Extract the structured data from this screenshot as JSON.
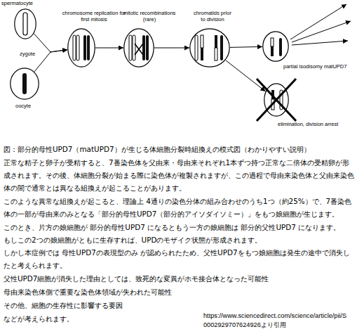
{
  "diagram": {
    "caption": "図：部分的母性UPD7（matUPD7）が生じる体細胞分裂時組換えの模式図（わかりやすい説明）",
    "nodes": [
      {
        "text": [
          "spermatocyte"
        ]
      },
      {
        "text": [
          "oocyte"
        ]
      },
      {
        "text": [
          "chromosome replication for first mitosis"
        ]
      },
      {
        "text": [
          "mitotic recombinations (rare)"
        ]
      },
      {
        "text": [
          "chromatids prior to division"
        ]
      },
      {
        "text": [
          "partial isodisomy matUPD7"
        ]
      },
      {
        "text": [
          "elimination, division arrest"
        ]
      }
    ],
    "edges": [
      {
        "from": 0,
        "to": 2,
        "arrow": "to",
        "label": "zygote"
      },
      {
        "from": 1,
        "to": 2,
        "arrow": "to"
      },
      {
        "from": 2,
        "to": 3,
        "arrow": "to"
      },
      {
        "from": 3,
        "to": 4,
        "arrow": "to"
      },
      {
        "from": 4,
        "to": 5,
        "arrow": "to"
      },
      {
        "from": 4,
        "to": 6,
        "arrow": "to"
      }
    ],
    "labels": [
      "正常な精子と卵子が受精すると、7番染色体を父由来・母由来それぞれ1本ずつ持つ正常な二倍体の受精卵が形成されます。その後、体細胞分裂が始まる際に染色体が複製されますが、この過程で母由来染色体と父由来染色体の間で通常とは異なる組換えが起こることがあります。",
      "このような異常な組換えが起こると、理論上 4通りの染色分体の組み合わせのうち1つ（約25%）で、7番染色体の一部が母由来のみとなる「部分的母性UPD7（部分的アイソダイソミー）」をもつ娘細胞が生じます。",
      "このとき、片方の娘細胞が 部分的母性UPD7 になるともう一方の娘細胞は 部分的父性UPD7 になります。",
      "もしこの2つの娘細胞がともに生存すれば、UPDのモザイク状態が形成されます。",
      "しかし本症例では 母性UPD7の表現型のみ が認められたため、父性UPD7をもつ娘細胞は発生の途中で消失したと考えられます。",
      "父性UPD7細胞が消失した理由としては、致死的な変異がホモ接合体となった可能性",
      "母由来染色体側で重要な染色体領域が失われた可能性",
      "その他、細胞の生存性に影響する要因",
      "などが考えられます。",
      "https://www.sciencedirect.com/science/article/pii/S0002929707624926より引用"
    ]
  }
}
